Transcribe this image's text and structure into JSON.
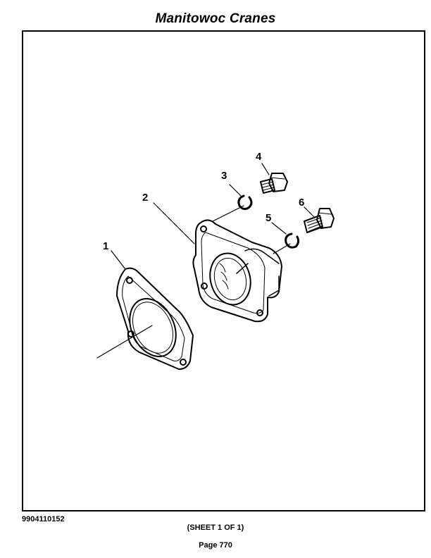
{
  "header": {
    "title": "Manitowoc Cranes"
  },
  "diagram": {
    "callouts": [
      {
        "id": "c1",
        "label": "1"
      },
      {
        "id": "c2",
        "label": "2"
      },
      {
        "id": "c3",
        "label": "3"
      },
      {
        "id": "c4",
        "label": "4"
      },
      {
        "id": "c5",
        "label": "5"
      },
      {
        "id": "c6",
        "label": "6"
      }
    ]
  },
  "footer": {
    "part_number": "9904110152",
    "sheet": "(SHEET 1 OF 1)",
    "page": "Page 770"
  }
}
